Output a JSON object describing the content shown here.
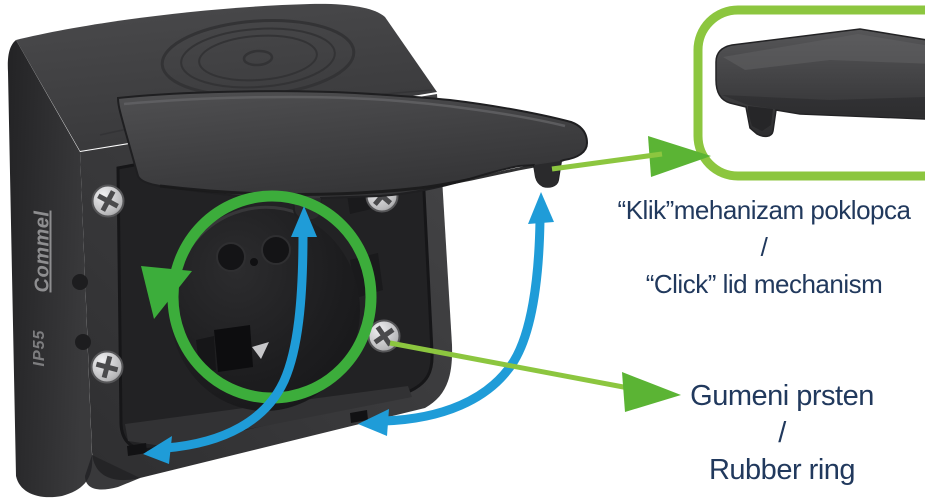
{
  "device": {
    "brand": "Commel",
    "ip_rating": "IP55",
    "description": "Outdoor flush wall socket with click lid, open showing schuko outlet"
  },
  "callouts": {
    "click": {
      "line_hr": "“Klik”mehanizam poklopca",
      "separator": "/",
      "line_en": "“Click” lid mechanism"
    },
    "rubber": {
      "line_hr": "Gumeni prsten",
      "separator": "/",
      "line_en": "Rubber ring"
    }
  },
  "icons": {
    "rotation_arrow": "green-circular-rotation-arrow",
    "lid_swing_arrows": "blue-curved-double-arrows",
    "detail_inset": "green-rounded-zoom-frame-with-lid-corner"
  },
  "colors": {
    "green_ring": "#3cad3b",
    "green_line": "#8cc63f",
    "green_head": "#5bb434",
    "blue_arrow": "#1f9cd8",
    "label_text": "#21395d",
    "body_gray": "#3b3b3d"
  }
}
